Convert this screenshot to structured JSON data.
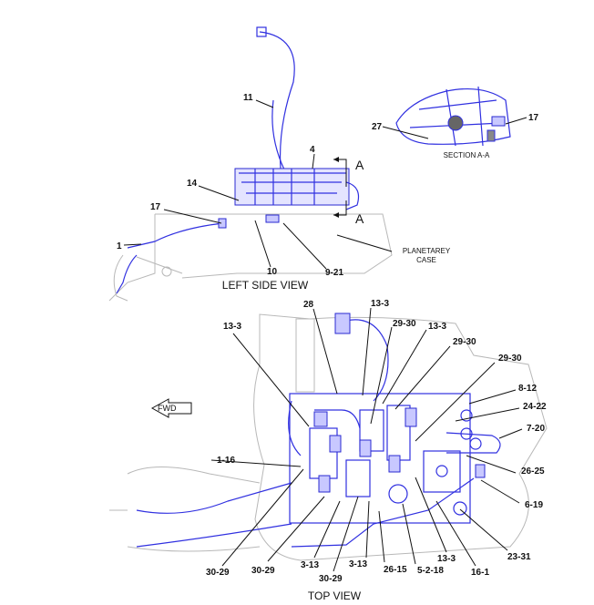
{
  "left_side_view": {
    "caption": "LEFT SIDE VIEW",
    "section_marker": "A",
    "planetary_case_label": [
      "PLANETAREY",
      "CASE"
    ],
    "callouts": [
      "11",
      "4",
      "14",
      "17",
      "1",
      "10",
      "9-21"
    ]
  },
  "section_aa": {
    "caption": "SECTION A-A",
    "callouts": [
      "27",
      "17"
    ]
  },
  "top_view": {
    "caption": "TOP VIEW",
    "fwd_label": "FWD",
    "callouts": [
      "28",
      "13-3",
      "13-3",
      "29-30",
      "13-3",
      "29-30",
      "29-30",
      "8-12",
      "24-22",
      "7-20",
      "1-16",
      "26-25",
      "6-19",
      "23-31",
      "30-29",
      "30-29",
      "3-13",
      "30-29",
      "3-13",
      "26-15",
      "5-2-18",
      "13-3",
      "16-1"
    ]
  },
  "colors": {
    "highlight": "#3030e0",
    "outline": "#b8b8b8",
    "text": "#111111"
  }
}
